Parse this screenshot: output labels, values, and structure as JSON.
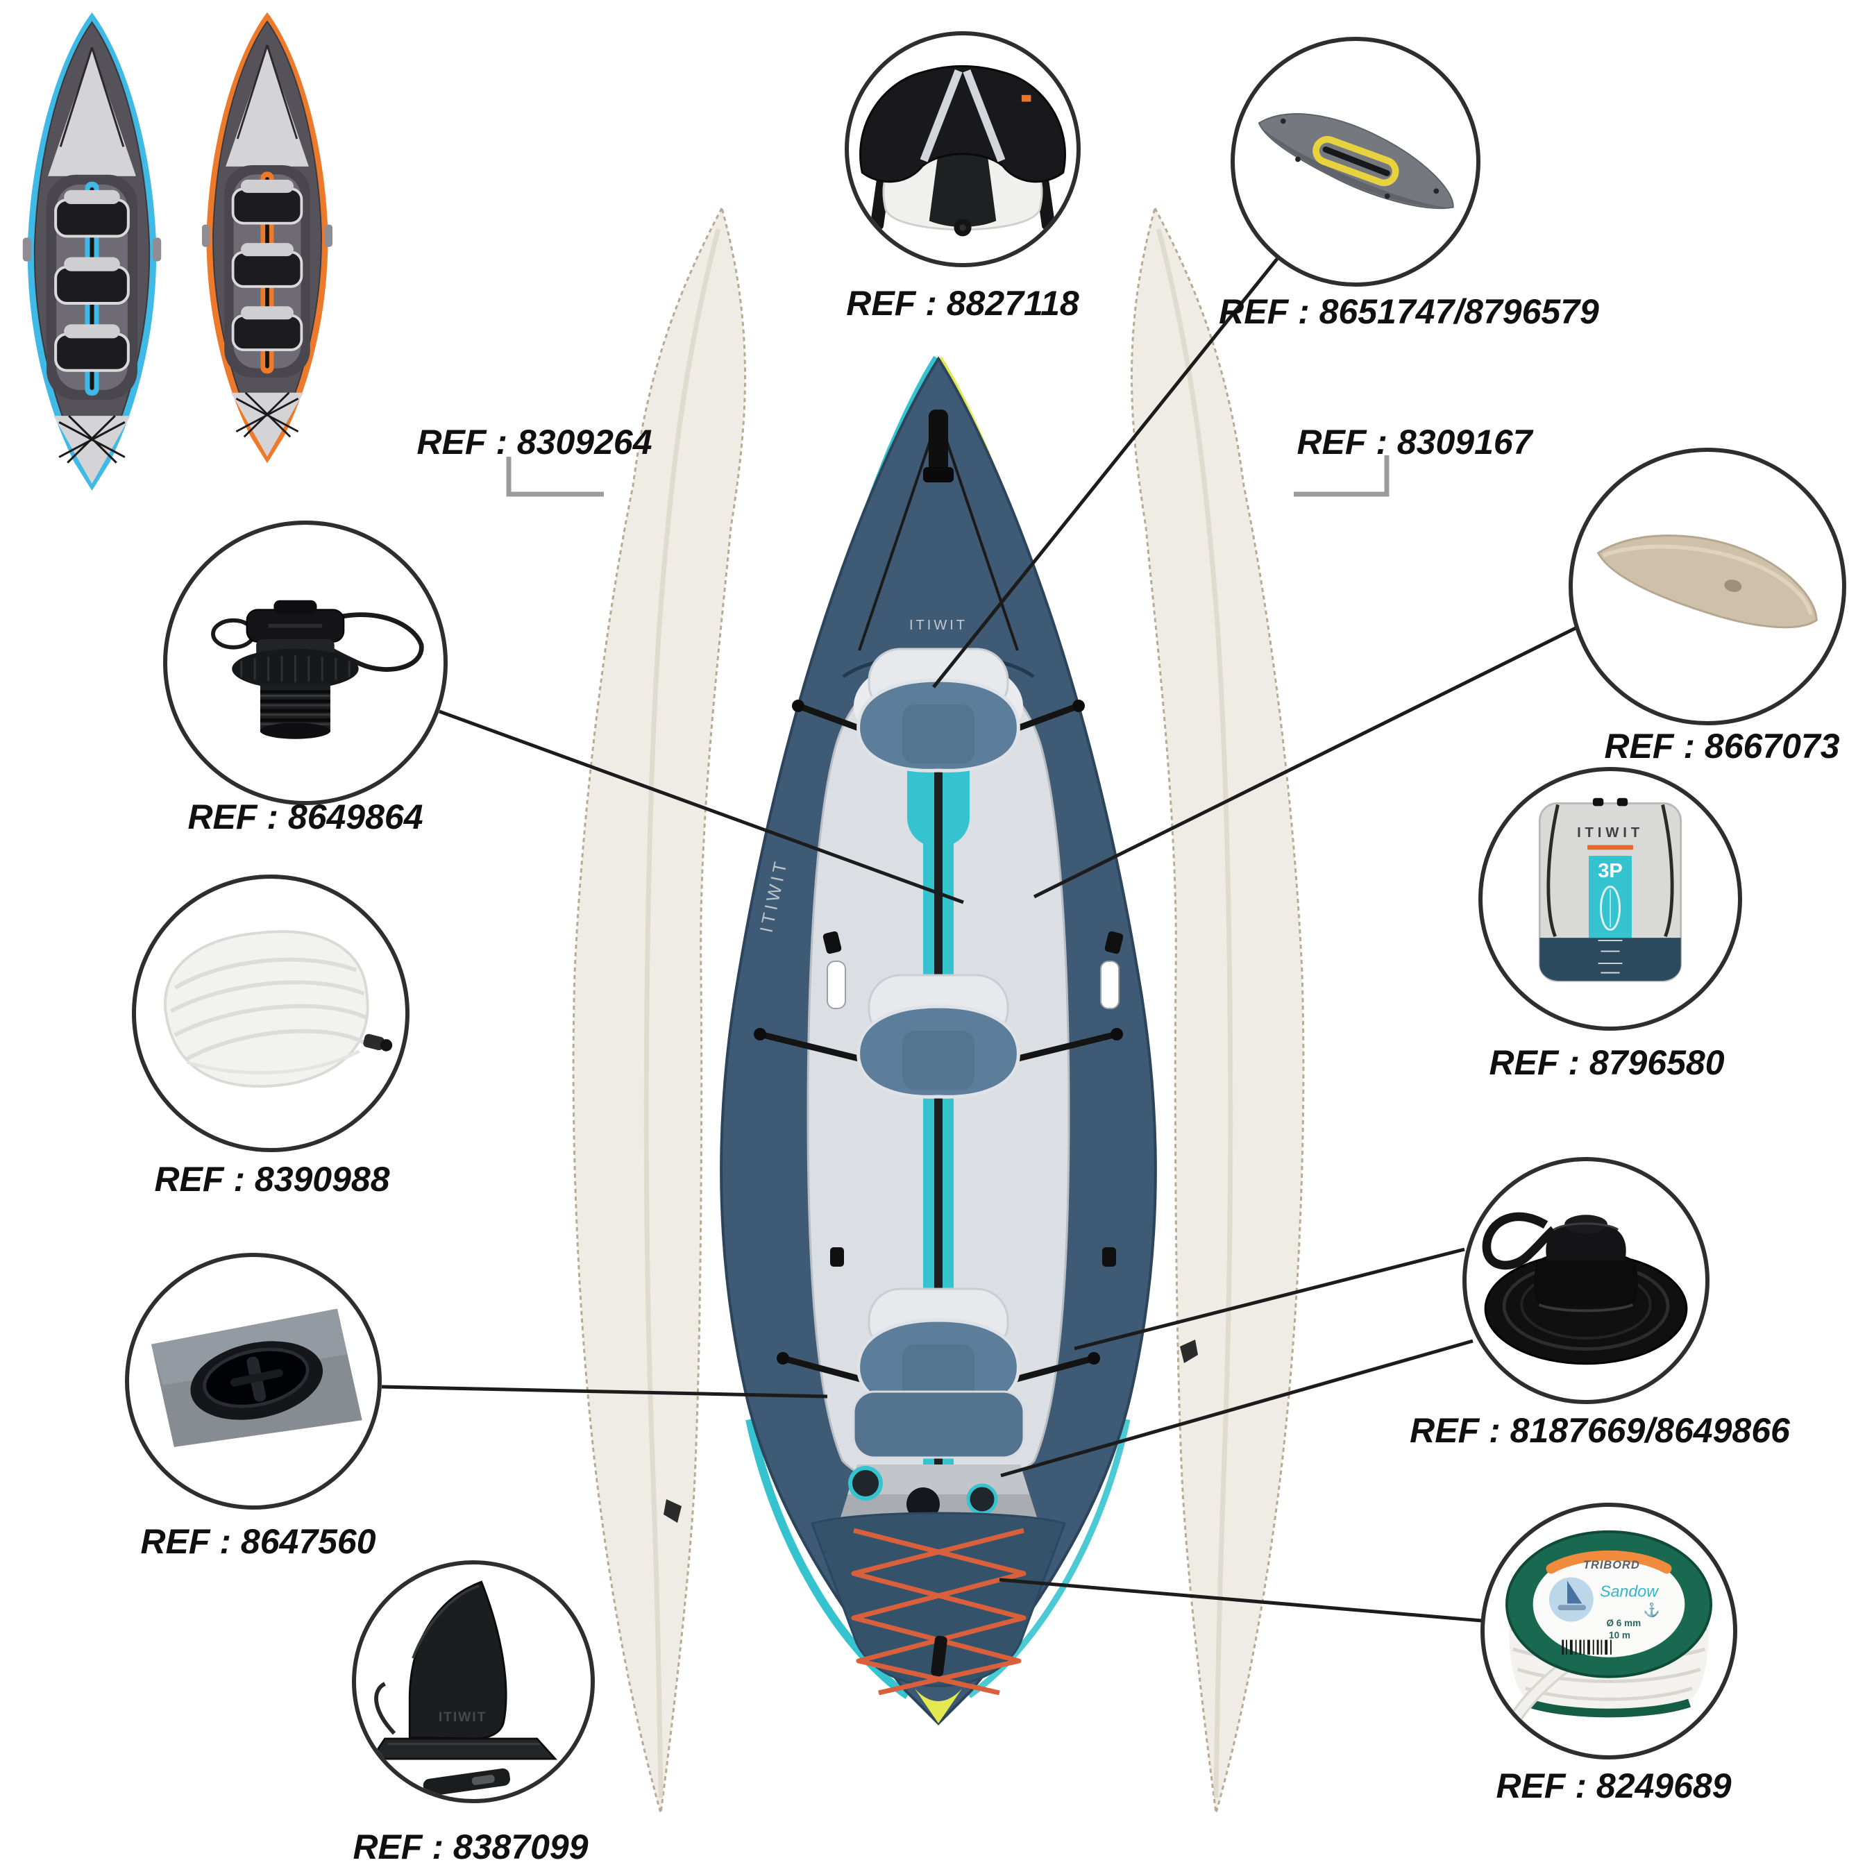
{
  "brand": {
    "kayak": "ITIWIT"
  },
  "bag": {
    "size": "3P"
  },
  "rope": {
    "brand": "TRIBORD",
    "name": "Sandow",
    "diameter": "Ø 6 mm",
    "length": "10 m"
  },
  "refs": {
    "seat": "REF : 8827118",
    "cover": "REF : 8651747/8796579",
    "float_left": "REF : 8309264",
    "float_right": "REF : 8309167",
    "fin_pad": "REF : 8667073",
    "bag": "REF : 8796580",
    "floor_valve": "REF : 8187669/8649866",
    "rope": "REF : 8249689",
    "valve": "REF : 8649864",
    "cushion": "REF : 8390988",
    "patch": "REF : 8647560",
    "fin": "REF : 8387099"
  },
  "colors": {
    "teal": "#35c4cf",
    "kayakBlue": "#3e5a74",
    "kayakBlueDark": "#2c445c",
    "kayakBlueDeep": "#35526b",
    "rimBlue": "#3fb9e6",
    "rimOrange": "#ed7a2b",
    "yellow": "#e3e84e",
    "bungee": "#d9603b",
    "floatCream": "#efece5",
    "floatEdge": "#b8ab94",
    "spoolGreen": "#18694f",
    "ink": "#101010"
  }
}
